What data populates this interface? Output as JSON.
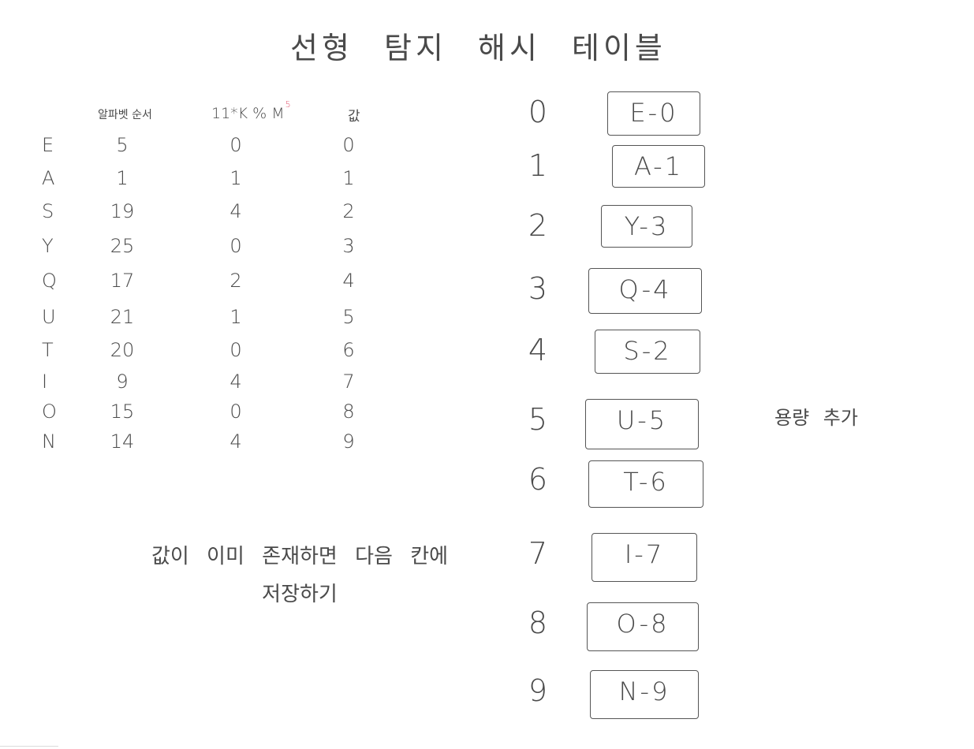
{
  "title": "선형 탐지 해시 테이블",
  "table": {
    "headers": {
      "alphabet_order": "알파벳 순서",
      "formula": "11*K % M",
      "formula_sup": "5",
      "value": "값"
    },
    "rows": [
      {
        "letter": "E",
        "alpha": "5",
        "hash": "0",
        "value": "0"
      },
      {
        "letter": "A",
        "alpha": "1",
        "hash": "1",
        "value": "1"
      },
      {
        "letter": "S",
        "alpha": "19",
        "hash": "4",
        "value": "2"
      },
      {
        "letter": "Y",
        "alpha": "25",
        "hash": "0",
        "value": "3"
      },
      {
        "letter": "Q",
        "alpha": "17",
        "hash": "2",
        "value": "4"
      },
      {
        "letter": "U",
        "alpha": "21",
        "hash": "1",
        "value": "5"
      },
      {
        "letter": "T",
        "alpha": "20",
        "hash": "0",
        "value": "6"
      },
      {
        "letter": "I",
        "alpha": "9",
        "hash": "4",
        "value": "7"
      },
      {
        "letter": "O",
        "alpha": "15",
        "hash": "0",
        "value": "8"
      },
      {
        "letter": "N",
        "alpha": "14",
        "hash": "4",
        "value": "9"
      }
    ]
  },
  "note": {
    "line1": "값이 이미 존재하면 다음 칸에",
    "line2": "저장하기"
  },
  "hash_table": {
    "slots": [
      {
        "index": "0",
        "entry": "E-0"
      },
      {
        "index": "1",
        "entry": "A-1"
      },
      {
        "index": "2",
        "entry": "Y-3"
      },
      {
        "index": "3",
        "entry": "Q-4"
      },
      {
        "index": "4",
        "entry": "S-2"
      },
      {
        "index": "5",
        "entry": "U-5"
      },
      {
        "index": "6",
        "entry": "T-6"
      },
      {
        "index": "7",
        "entry": "I-7"
      },
      {
        "index": "8",
        "entry": "O-8"
      },
      {
        "index": "9",
        "entry": "N-9"
      }
    ]
  },
  "side_note": "용량 추가"
}
